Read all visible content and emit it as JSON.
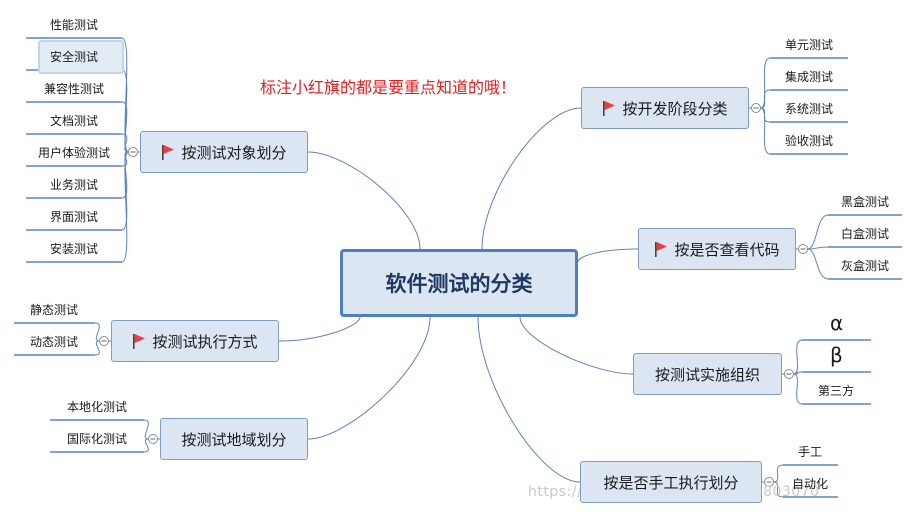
{
  "note": "标注小红旗的都是要重点知道的哦！",
  "watermark": "https://blog.csdn.net/weixin_43803070",
  "center": "软件测试的分类",
  "branches": [
    {
      "label": "按测试对象划分",
      "flag": true,
      "leaves": [
        "性能测试",
        "安全测试",
        "兼容性测试",
        "文档测试",
        "用户体验测试",
        "业务测试",
        "界面测试",
        "安装测试"
      ]
    },
    {
      "label": "按测试执行方式",
      "flag": true,
      "leaves": [
        "静态测试",
        "动态测试"
      ]
    },
    {
      "label": "按测试地域划分",
      "flag": false,
      "leaves": [
        "本地化测试",
        "国际化测试"
      ]
    },
    {
      "label": "按开发阶段分类",
      "flag": true,
      "leaves": [
        "单元测试",
        "集成测试",
        "系统测试",
        "验收测试"
      ]
    },
    {
      "label": "按是否查看代码",
      "flag": true,
      "leaves": [
        "黑盒测试",
        "白盒测试",
        "灰盒测试"
      ]
    },
    {
      "label": "按测试实施组织",
      "flag": false,
      "leaves": [
        "α",
        "β",
        "第三方"
      ]
    },
    {
      "label": "按是否手工执行划分",
      "flag": false,
      "leaves": [
        "手工",
        "自动化"
      ]
    }
  ],
  "colors": {
    "line": "#5b84bf",
    "flag": "#e84040",
    "note": "#e02020"
  }
}
